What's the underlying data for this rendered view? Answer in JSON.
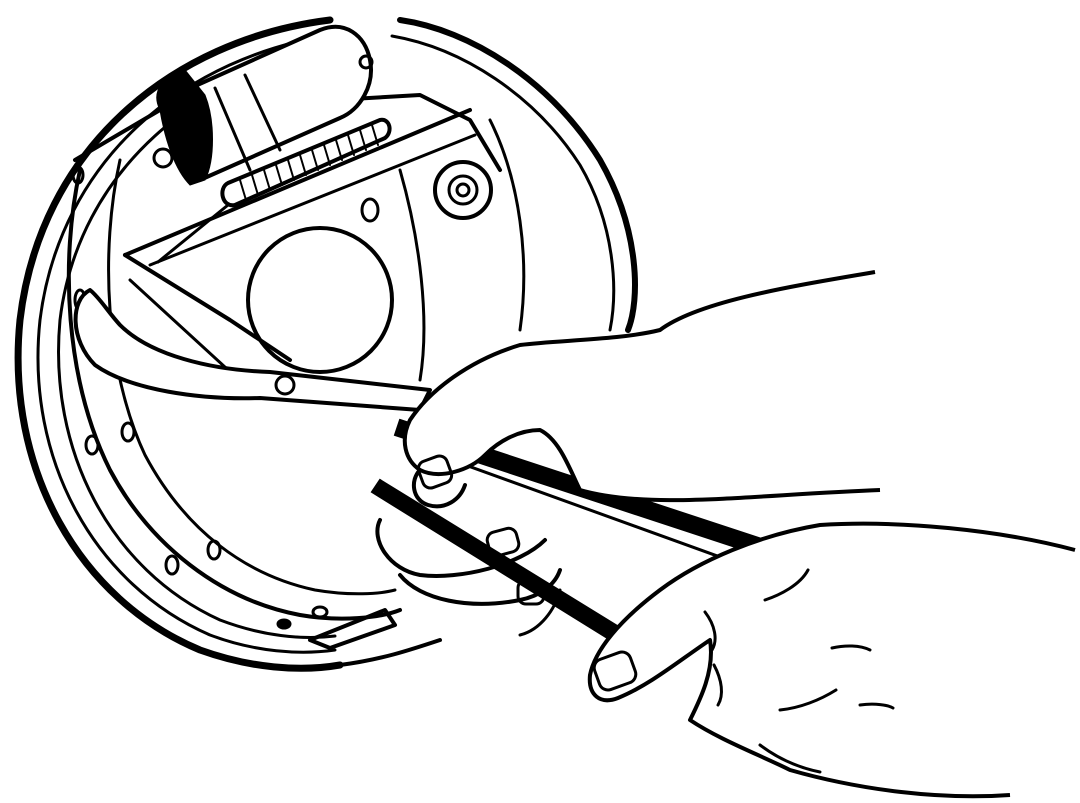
{
  "illustration": {
    "alt": "Line drawing of two hands using brake spring pliers on a drum brake assembly",
    "subject": "drum-brake-service",
    "style": "black-and-white line art",
    "colors": {
      "ink": "#000000",
      "background": "#ffffff"
    },
    "components": [
      "backing-plate",
      "brake-shoes",
      "wheel-cylinder",
      "return-spring",
      "hold-down-pin",
      "spring-pliers",
      "left-hand",
      "right-hand"
    ]
  }
}
